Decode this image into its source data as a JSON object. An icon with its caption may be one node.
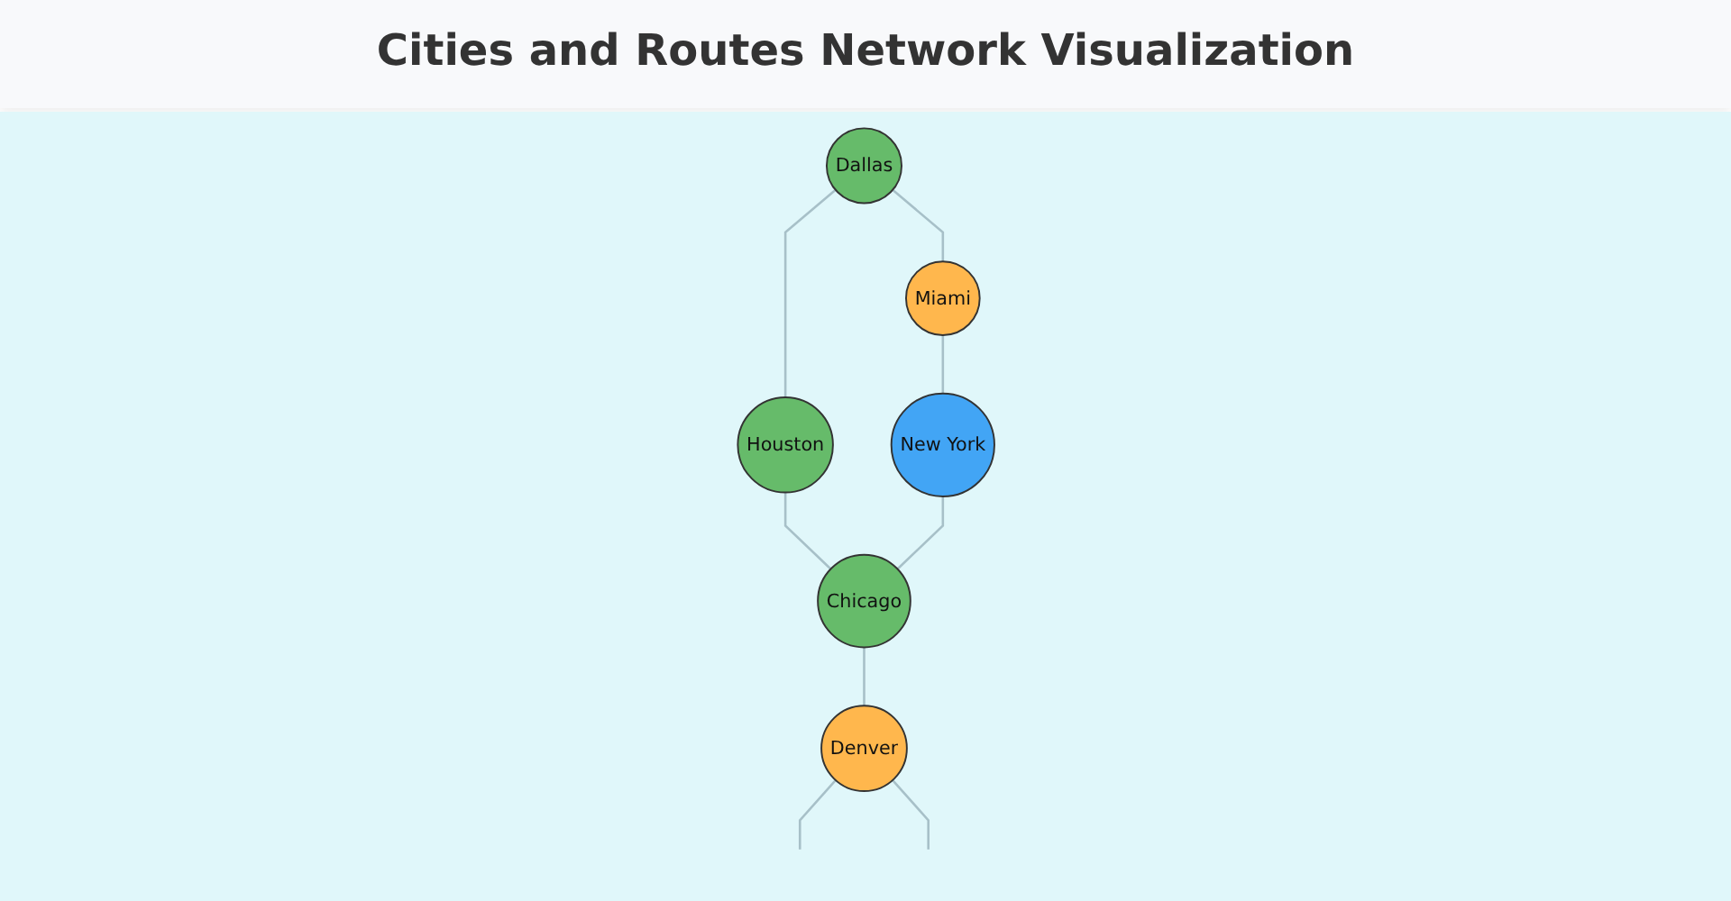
{
  "diagram": {
    "title": "Cities and Routes Network Visualization",
    "nodes": [
      {
        "text": [
          "Dallas"
        ]
      },
      {
        "text": [
          "Houston"
        ]
      },
      {
        "text": [
          "Miami"
        ]
      },
      {
        "text": [
          "New York"
        ]
      },
      {
        "text": [
          "Chicago"
        ]
      },
      {
        "text": [
          "Denver"
        ]
      }
    ],
    "edges": [
      {
        "from": 0,
        "to": 2,
        "arrow": "none"
      },
      {
        "from": 0,
        "to": 1,
        "arrow": "none"
      },
      {
        "from": 2,
        "to": 3,
        "arrow": "none"
      },
      {
        "from": 1,
        "to": 4,
        "arrow": "none"
      },
      {
        "from": 3,
        "to": 4,
        "arrow": "none"
      },
      {
        "from": 4,
        "to": 5,
        "arrow": "none"
      },
      {
        "from": 5,
        "to": null,
        "arrow": "none"
      },
      {
        "from": 5,
        "to": null,
        "arrow": "none"
      }
    ]
  }
}
